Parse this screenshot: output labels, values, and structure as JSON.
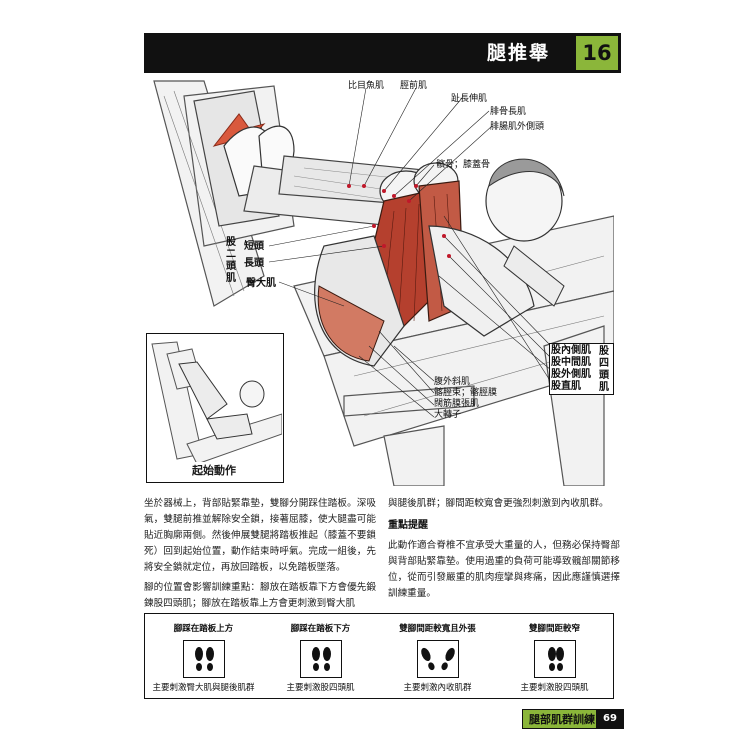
{
  "header": {
    "title": "腿推舉",
    "chapter_number": "16"
  },
  "illustration": {
    "muscle_labels": {
      "soleus": "比目魚肌",
      "tibialis_anterior": "脛前肌",
      "extensor_digitorum_longus": "趾長伸肌",
      "peroneus_longus": "腓骨長肌",
      "gastrocnemius_lateral": "腓腸肌外側頭",
      "patella": "髕骨；膝蓋骨",
      "short_head": "短頭",
      "long_head": "長頭",
      "gluteus_maximus": "臀大肌",
      "vastus_medialis": "股內側肌",
      "vastus_intermedius": "股中間肌",
      "vastus_lateralis": "股外側肌",
      "rectus_femoris": "股直肌",
      "external_oblique": "腹外斜肌",
      "iliotibial_band": "髂脛束；髂脛膜",
      "tensor_fasciae_latae": "闊筋膜張肌",
      "greater_trochanter": "大轉子"
    },
    "biceps_group": "股二頭肌",
    "quadriceps_group": "股四頭肌",
    "inset_label": "起始動作"
  },
  "body": {
    "left_col": [
      "坐於器械上，背部貼緊靠墊，雙腳分開踩住踏板。深吸氣，雙腿前推並解除安全鎖，接著屈膝，使大腿盡可能貼近胸廓兩側。然後伸展雙腿將踏板推起（膝蓋不要鎖死）回到起始位置，動作結束時呼氣。完成一組後，先將安全鎖就定位，再放回踏板，以免踏板墜落。",
      "腳的位置會影響訓練重點：腳放在踏板靠下方會優先鍛鍊股四頭肌；腳放在踏板靠上方會更刺激到臀大肌"
    ],
    "right_col_top": "與腿後肌群；腳間距較寬會更強烈刺激到內收肌群。",
    "tips_heading": "重點提醒",
    "tips_text": "此動作適合脊椎不宜承受大重量的人，但務必保持臀部與背部貼緊靠墊。使用過重的負荷可能導致髖部關節移位，從而引發嚴重的肌肉痙攣與疼痛，因此應謹慎選擇訓練重量。"
  },
  "foot_positions": [
    {
      "title": "腳踩在踏板上方",
      "caption": "主要刺激臀大肌與腿後肌群"
    },
    {
      "title": "腳踩在踏板下方",
      "caption": "主要刺激股四頭肌"
    },
    {
      "title": "雙腳間距較寬且外張",
      "caption": "主要刺激內收肌群"
    },
    {
      "title": "雙腳間距較窄",
      "caption": "主要刺激股四頭肌"
    }
  ],
  "footer": {
    "section": "腿部肌群訓練",
    "page_number": "69"
  },
  "colors": {
    "accent_green": "#8bb63a",
    "header_black": "#111111",
    "muscle_red": "#b5402e"
  },
  "icons": [
    "arrow-icon",
    "footprint-icon"
  ]
}
